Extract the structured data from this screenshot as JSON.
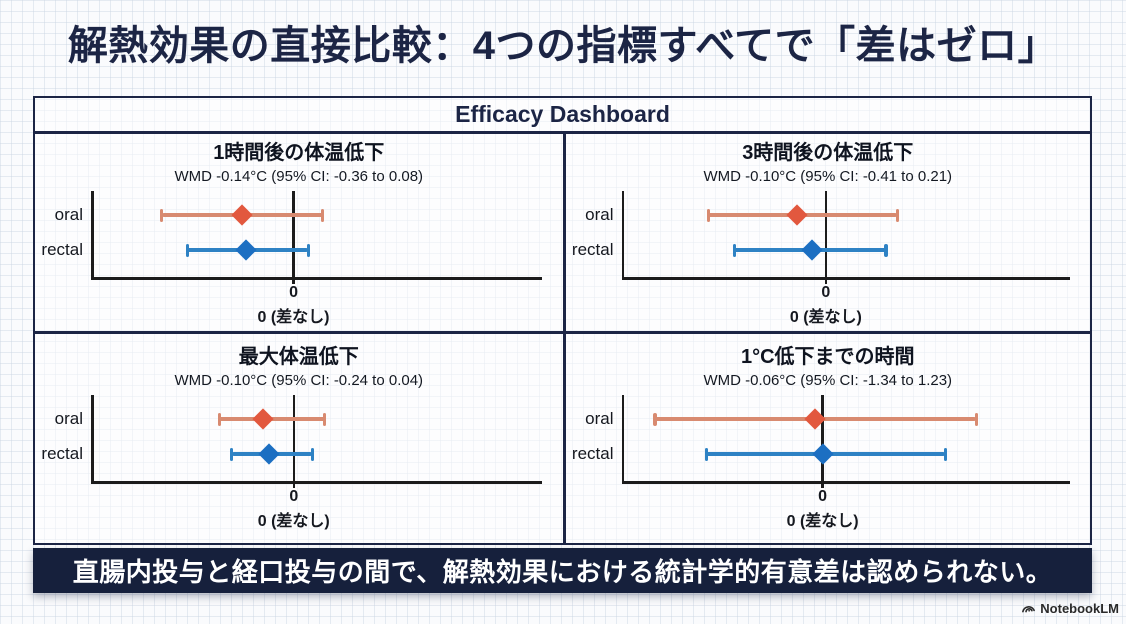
{
  "page": {
    "title": "解熱効果の直接比較：4つの指標すべてで「差はゼロ」",
    "banner": "直腸内投与と経口投与の間で、解熱効果における統計学的有意差は認められない。",
    "watermark": "NotebookLM"
  },
  "dashboard": {
    "header": "Efficacy Dashboard"
  },
  "colors": {
    "navy": "#1c2545",
    "banner_bg": "#16203c",
    "axis": "#1c1c1c",
    "oral_marker": "#e2583e",
    "oral_line": "#d88a70",
    "rectal_marker": "#1c6fc2",
    "rectal_line": "#2e82c4"
  },
  "chart_data": [
    {
      "type": "forest",
      "title": "1時間後の体温低下",
      "subtitle": "WMD -0.14°C (95% CI: -0.36 to 0.08)",
      "wmd": -0.14,
      "ci_low": -0.36,
      "ci_high": 0.08,
      "xlim": [
        -0.55,
        0.67
      ],
      "zero_tick": "0",
      "zero_label": "0 (差なし)",
      "series": [
        {
          "name": "oral",
          "color": "#e2583e",
          "line_color": "#d88a70",
          "center": -0.14,
          "lo": -0.36,
          "hi": 0.08
        },
        {
          "name": "rectal",
          "color": "#1c6fc2",
          "line_color": "#2e82c4",
          "center": -0.13,
          "lo": -0.29,
          "hi": 0.04
        }
      ]
    },
    {
      "type": "forest",
      "title": "3時間後の体温低下",
      "subtitle": "WMD -0.10°C (95% CI: -0.41 to 0.21)",
      "wmd": -0.1,
      "ci_low": -0.41,
      "ci_high": 0.21,
      "xlim": [
        -0.71,
        0.84
      ],
      "zero_tick": "0",
      "zero_label": "0 (差なし)",
      "series": [
        {
          "name": "oral",
          "color": "#e2583e",
          "line_color": "#d88a70",
          "center": -0.1,
          "lo": -0.41,
          "hi": 0.25
        },
        {
          "name": "rectal",
          "color": "#1c6fc2",
          "line_color": "#2e82c4",
          "center": -0.05,
          "lo": -0.32,
          "hi": 0.21
        }
      ]
    },
    {
      "type": "forest",
      "title": "最大体温低下",
      "subtitle": "WMD -0.10°C (95% CI: -0.24 to 0.04)",
      "wmd": -0.1,
      "ci_low": -0.24,
      "ci_high": 0.04,
      "xlim": [
        -0.65,
        0.79
      ],
      "zero_tick": "0",
      "zero_label": "0 (差なし)",
      "series": [
        {
          "name": "oral",
          "color": "#e2583e",
          "line_color": "#d88a70",
          "center": -0.1,
          "lo": -0.24,
          "hi": 0.1
        },
        {
          "name": "rectal",
          "color": "#1c6fc2",
          "line_color": "#2e82c4",
          "center": -0.08,
          "lo": -0.2,
          "hi": 0.06
        }
      ]
    },
    {
      "type": "forest",
      "title": "1°C低下までの時間",
      "subtitle": "WMD -0.06°C (95% CI: -1.34 to 1.23)",
      "wmd": -0.06,
      "ci_low": -1.34,
      "ci_high": 1.23,
      "xlim": [
        -1.6,
        1.95
      ],
      "zero_tick": "0",
      "zero_label": "0 (差なし)",
      "series": [
        {
          "name": "oral",
          "color": "#e2583e",
          "line_color": "#d88a70",
          "center": -0.06,
          "lo": -1.34,
          "hi": 1.23
        },
        {
          "name": "rectal",
          "color": "#1c6fc2",
          "line_color": "#2e82c4",
          "center": 0.0,
          "lo": -0.93,
          "hi": 0.98
        }
      ]
    }
  ]
}
